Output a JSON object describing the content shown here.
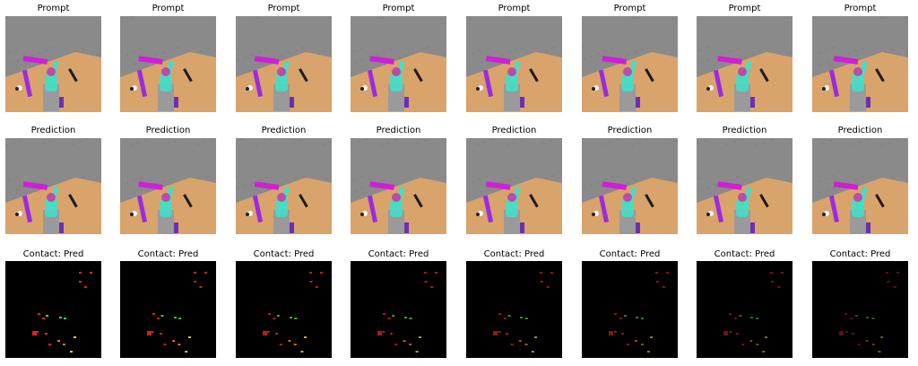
{
  "rows": [
    {
      "title": "Prompt",
      "kind": "rgb",
      "count": 8
    },
    {
      "title": "Prediction",
      "kind": "rgb",
      "count": 8
    },
    {
      "title": "Contact: Pred",
      "kind": "contact",
      "count": 8
    }
  ],
  "colors": {
    "floor": "#8a8a8a",
    "table": "#d9a36c",
    "magenta_block": "#d01fd6",
    "purple_block": "#9b2be0",
    "cyan_block": "#3fe0c8",
    "robot_arm": "#9a9a9a",
    "contact_bg": "#000000",
    "contact_red": "#e0241c",
    "contact_green": "#3fd83a",
    "contact_yellow": "#f2d21e",
    "contact_orange": "#f07a18"
  }
}
